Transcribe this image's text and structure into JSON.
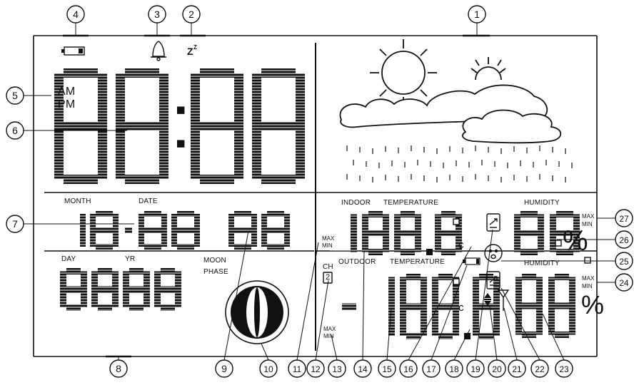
{
  "labels": {
    "am": "AM",
    "pm": "PM",
    "month": "MONTH",
    "date": "DATE",
    "day": "DAY",
    "yr": "YR",
    "moon1": "MOON",
    "moon2": "PHASE",
    "indoor": "INDOOR",
    "temp_in": "TEMPERATURE",
    "humid_in": "HUMIDITY",
    "outdoor": "OUTDOOR",
    "temp_out": "TEMPERATURE",
    "humid_out": "HUMIDITY",
    "ch": "CH",
    "ch_num": "2",
    "max": "MAX",
    "min": "MIN",
    "zzz": "Z",
    "zsup": "Z",
    "deg": "°",
    "c": "c",
    "pct": "%"
  },
  "digits": {
    "time": "88:88",
    "month": "18",
    "sep": "-",
    "date": "88",
    "extra": "88",
    "day": "88",
    "yr": "88",
    "in_temp": "188.8",
    "in_hum": "88",
    "out_temp": "-188.8",
    "out_hum": "88"
  },
  "callouts": [
    "1",
    "2",
    "3",
    "4",
    "5",
    "6",
    "7",
    "8",
    "9",
    "10",
    "11",
    "12",
    "13",
    "14",
    "15",
    "16",
    "17",
    "18",
    "19",
    "20",
    "21",
    "22",
    "23",
    "24",
    "25",
    "26",
    "27"
  ]
}
